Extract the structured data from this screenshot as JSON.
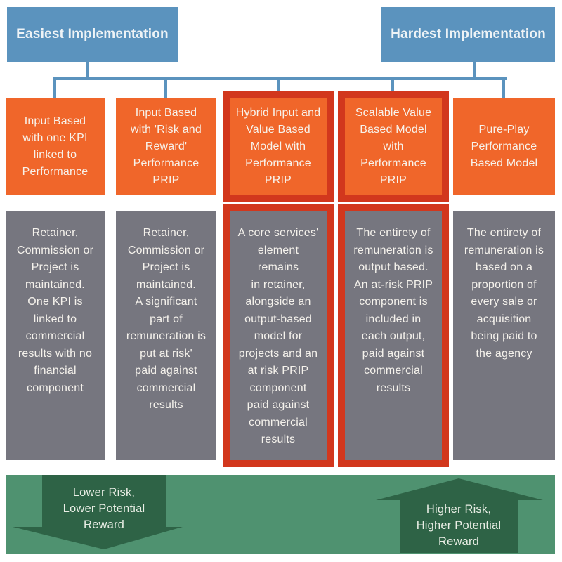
{
  "diagram": {
    "headers": {
      "easiest": "Easiest Implementation",
      "hardest": "Hardest Implementation"
    },
    "columns": [
      {
        "title": "Input Based\nwith one KPI\nlinked to\nPerformance",
        "description": "Retainer,\nCommission or\nProject is\nmaintained.\nOne KPI is\nlinked to\ncommercial\nresults with no\nfinancial\ncomponent",
        "highlighted": false
      },
      {
        "title": "Input Based\nwith 'Risk and\nReward'\nPerformance\nPRIP",
        "description": "Retainer,\nCommission or\nProject is\nmaintained.\nA significant\npart of\nremuneration is\nput at risk'\npaid against\ncommercial\nresults",
        "highlighted": false
      },
      {
        "title": "Hybrid Input and\nValue Based\nModel with\nPerformance\nPRIP",
        "description": "A core services'\nelement\nremains\nin retainer,\nalongside an\noutput-based\nmodel for\nprojects and an\nat risk PRIP\ncomponent\npaid against\ncommercial\nresults",
        "highlighted": true
      },
      {
        "title": "Scalable Value\nBased Model\nwith\nPerformance\nPRIP",
        "description": "The entirety of\nremuneration is\noutput based.\nAn at-risk PRIP\ncomponent is\nincluded in\neach output,\npaid against\ncommercial\nresults",
        "highlighted": true
      },
      {
        "title": "Pure-Play\nPerformance\nBased Model",
        "description": "The entirety of\nremuneration is\nbased on a\nproportion of\nevery sale or\nacquisition\nbeing paid to\nthe agency",
        "highlighted": false
      }
    ],
    "risk_banner": {
      "lower": "Lower Risk,\nLower Potential\nReward",
      "higher": "Higher Risk,\nHigher Potential\nReward"
    },
    "colors": {
      "blue": "#5b93be",
      "orange": "#f0662a",
      "highlight_red": "#d2371d",
      "gray": "#76767f",
      "green": "#4f9270",
      "dark_green": "#2e6346"
    }
  }
}
